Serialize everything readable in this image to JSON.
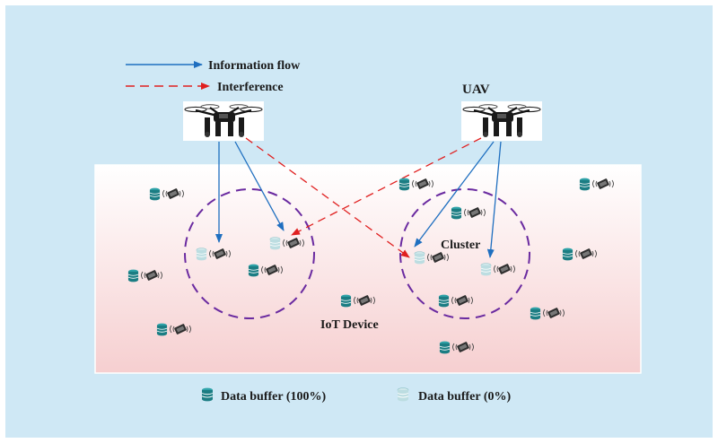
{
  "legend": {
    "info_flow": "Information flow",
    "interference": "Interference",
    "buffer_full": "Data buffer (100%)",
    "buffer_empty": "Data buffer (0%)"
  },
  "labels": {
    "uav": "UAV",
    "cluster": "Cluster",
    "iot_device": "IoT Device"
  },
  "colors": {
    "background": "#cfe8f5",
    "ground_top": "#ffffff",
    "ground_bottom": "#f6cfd0",
    "info_flow": "#1f6fc0",
    "interference": "#e02020",
    "cluster_ring": "#6a2aa0",
    "buffer_full": "#1b7d83",
    "buffer_empty": "#a9d3d8"
  },
  "icons": {
    "uav": "drone-icon",
    "device": "iot-sensor-icon",
    "buffer": "database-icon"
  }
}
